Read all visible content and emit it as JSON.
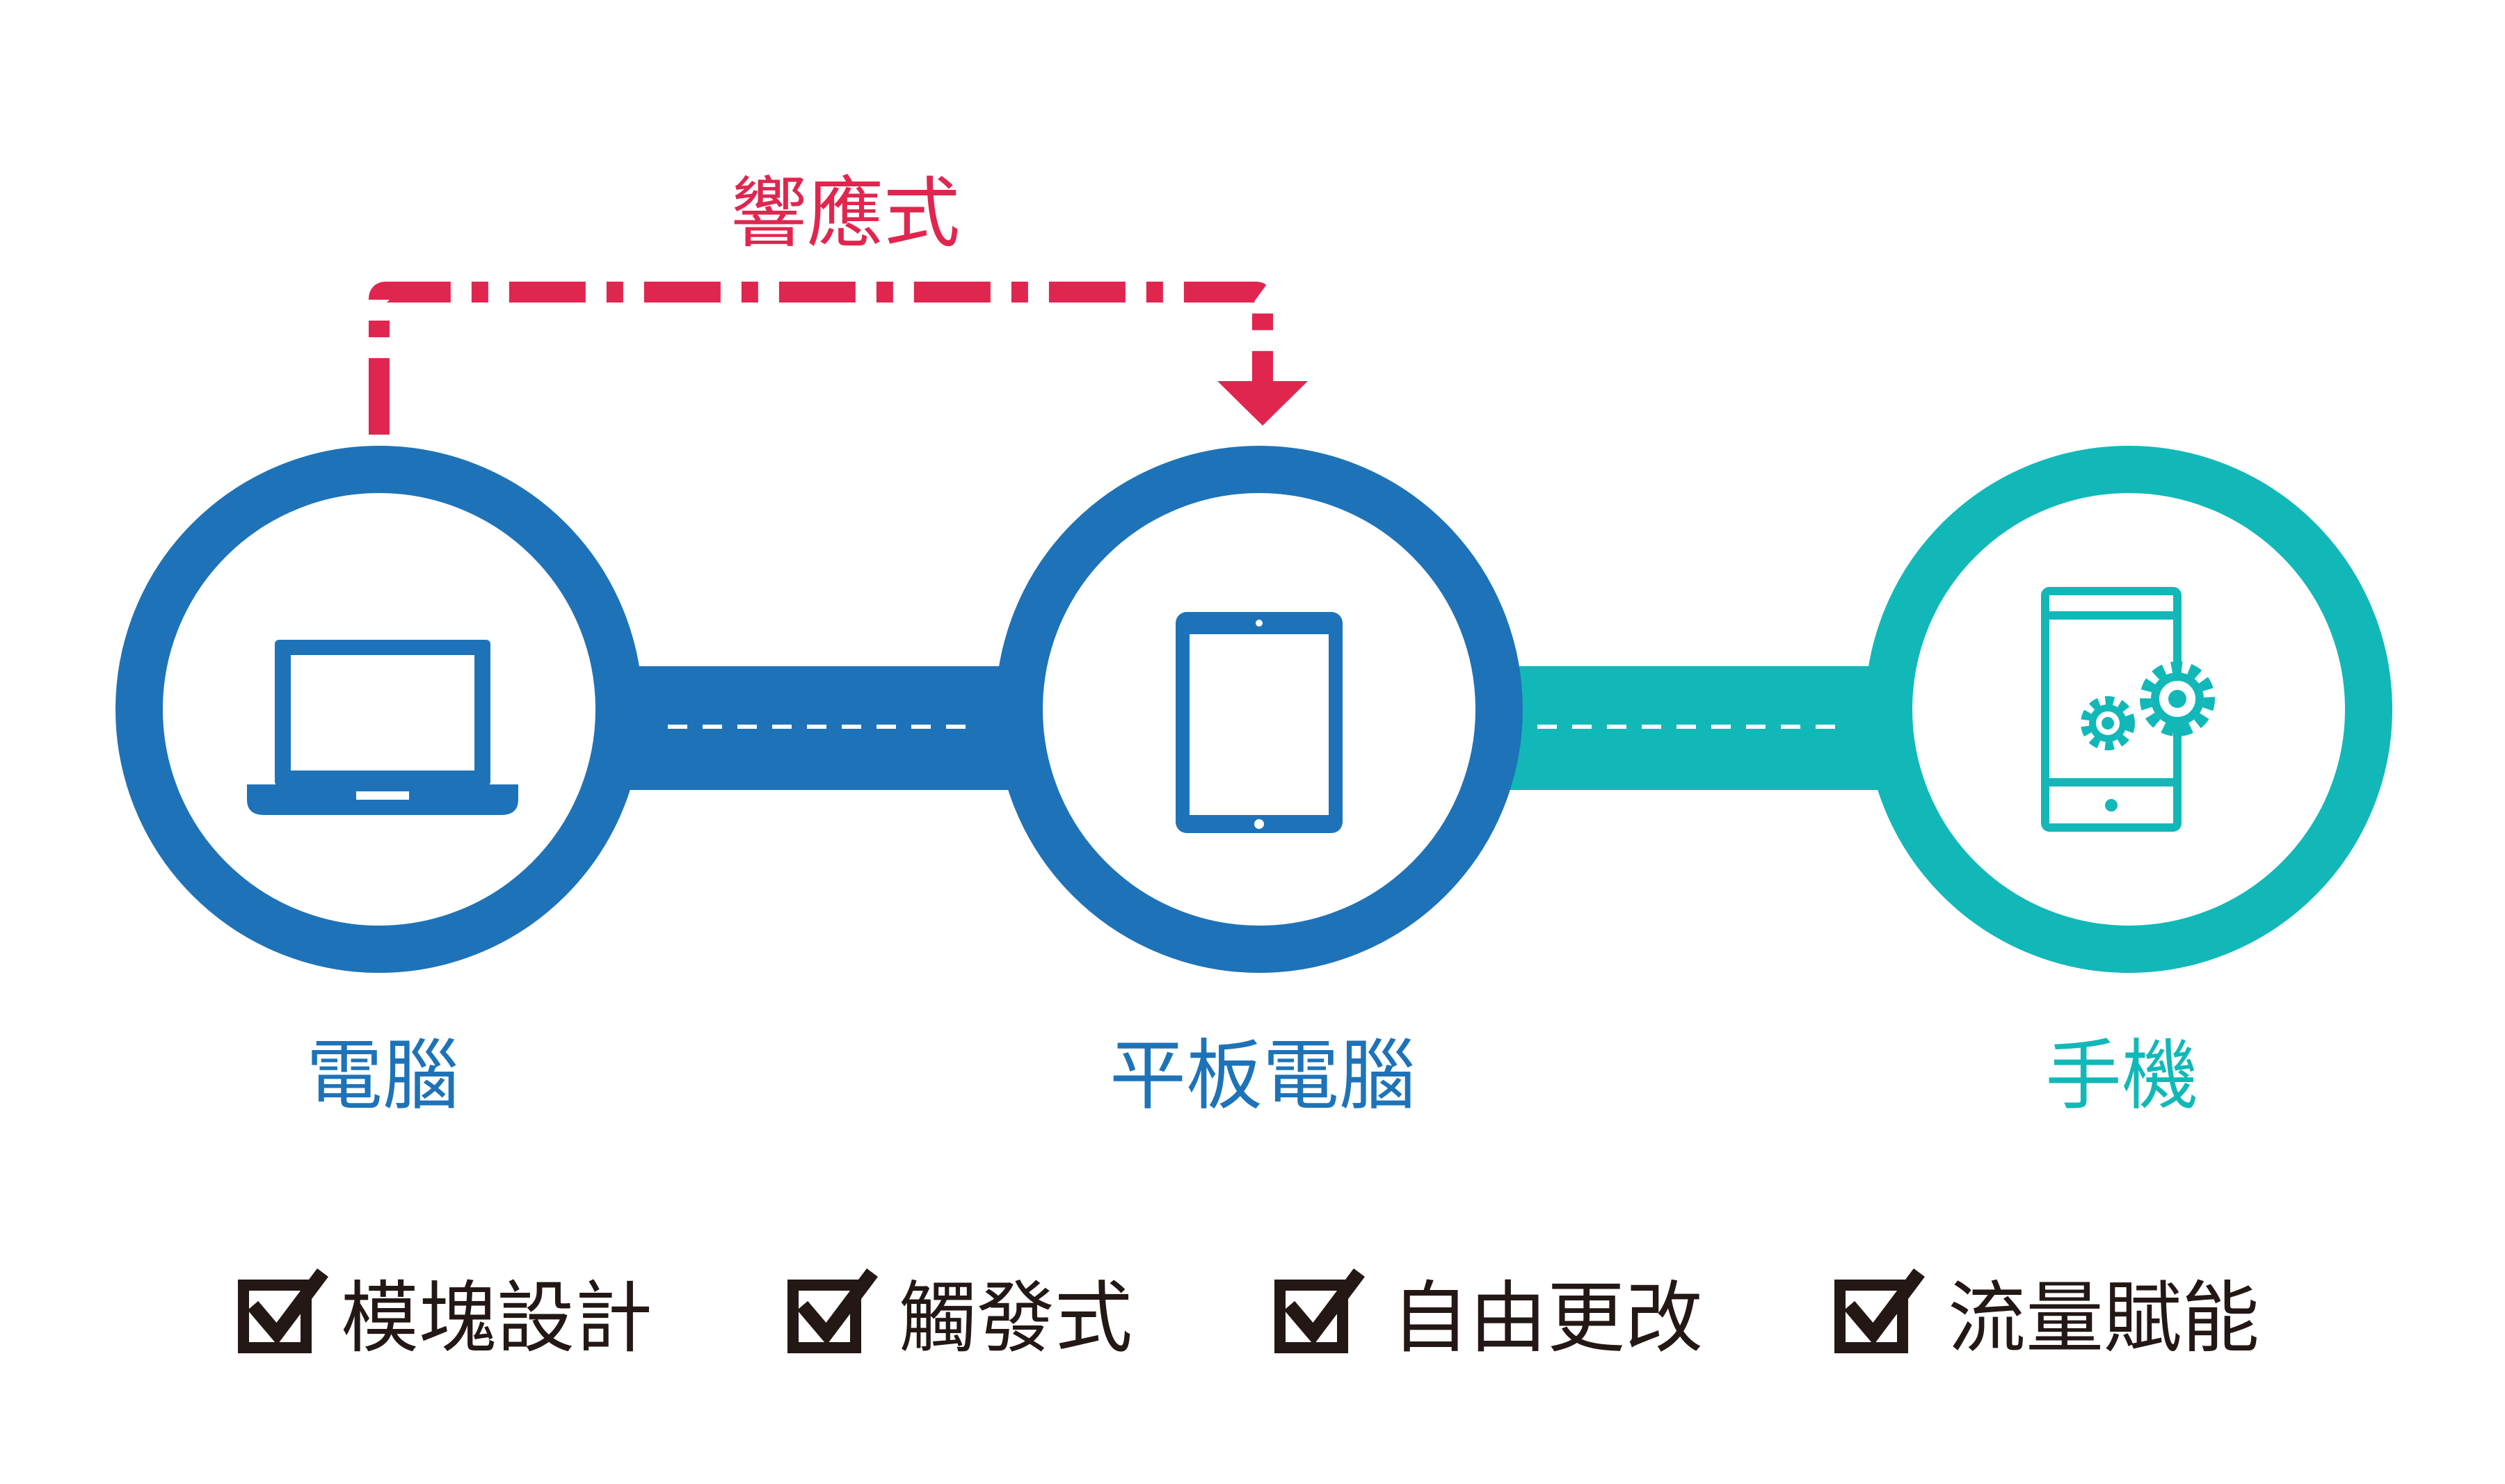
{
  "colors": {
    "blue": "#1E73B8",
    "teal": "#12B8B8",
    "pink": "#E0264F",
    "dark": "#231815",
    "white": "#FFFFFF"
  },
  "responsive": {
    "label": "響應式"
  },
  "devices": [
    {
      "label": "電腦",
      "icon": "laptop-icon",
      "color": "#1E73B8"
    },
    {
      "label": "平板電腦",
      "icon": "tablet-icon",
      "color": "#1E73B8"
    },
    {
      "label": "手機",
      "icon": "phone-gear-icon",
      "color": "#12B8B8"
    }
  ],
  "features": [
    {
      "label": "模塊設計",
      "icon": "checkbox-checked-icon"
    },
    {
      "label": "觸發式",
      "icon": "checkbox-checked-icon"
    },
    {
      "label": "自由更改",
      "icon": "checkbox-checked-icon"
    },
    {
      "label": "流量賦能",
      "icon": "checkbox-checked-icon"
    }
  ]
}
